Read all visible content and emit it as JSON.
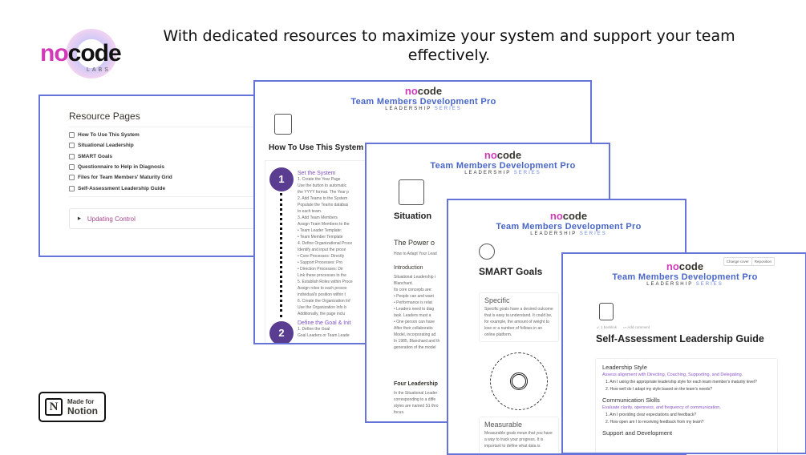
{
  "logo": {
    "text_no": "no",
    "text_code": "code",
    "text_labs": "LABS"
  },
  "headline": "With dedicated resources to maximize your system and support your team effectively.",
  "badge": {
    "line1": "Made for",
    "line2": "Notion",
    "icon": "notion-icon"
  },
  "brand": {
    "logo_no": "no",
    "logo_code": "code",
    "title": "Team Members Development Pro",
    "series_a": "LEADERSHIP",
    "series_b": "SERIES"
  },
  "resource": {
    "title": "Resource Pages",
    "items": [
      {
        "label": "How To Use This System"
      },
      {
        "label": "Situational Leadership"
      },
      {
        "label": "SMART Goals"
      },
      {
        "label": "Questionnaire to Help in Diagnosis"
      },
      {
        "label": "Files for Team Members' Maturity Grid"
      },
      {
        "label": "Self-Assessment Leadership Guide"
      }
    ],
    "toggle": "Updating Control"
  },
  "howto": {
    "title": "How To Use This System",
    "step1": "1",
    "step2": "2",
    "sec1": "Set the System",
    "sec2": "Define the Goal & Init",
    "items": [
      "1. Create the Year Page",
      "Use the button to automatic",
      "the YYYY format. The Year p",
      "2. Add Teams to the System",
      "Populate the Teams databas",
      "to each team.",
      "3. Add Team Members",
      "Assign Team Members to the",
      "• Team Leader Template:",
      "• Team Member Template",
      "4. Define Organizational Proce",
      "Identify and input the proce",
      "• Core Processes: Directly",
      "• Support Processes: Pro",
      "• Direction Processes: Dir",
      "Link these processes to the",
      "5. Establish Roles within Proce",
      "Assign roles to each proces",
      "individual's position within t",
      "6. Create the Organization Inf",
      "Use the Organization Info b",
      "Additionally, the page inclu"
    ],
    "items2": [
      "1. Define the Goal",
      "Goal Leaders or Team Leade"
    ]
  },
  "situational": {
    "title": "Situation",
    "h2": "The Power o",
    "sub": "How to Adapt Your Lead",
    "intro": "Introduction",
    "lines": [
      "Situational Leadership i",
      "Blanchard.",
      "Its core concepts are:",
      "• People can and want",
      "• Performance is relat",
      "• Leaders need to diag",
      "task. Leaders must a",
      "• One person can have",
      "After their collaboratio",
      "Model, incorporating ad",
      "In 1985, Blanchard and th",
      "generation of the model"
    ],
    "h3": "Four Leadership",
    "lines2": [
      "In the Situational Leader",
      "corresponding to a diffe",
      "styles are named S1 thro",
      "focus."
    ]
  },
  "smart": {
    "title": "SMART Goals",
    "specific": {
      "title": "Specific",
      "text": "Specific goals have a desired outcome that is easy to understand. It could be, for example, the amount of weight to lose or a number of follows in an online platform."
    },
    "measurable": {
      "title": "Measurable",
      "text": "Measurable goals mean that you have a way to track your progress. It is important to define what data is"
    }
  },
  "selfassess": {
    "change_cover": "Change cover",
    "reposition": "Reposition",
    "backlink": "1 backlink",
    "add_comment": "Add comment",
    "title": "Self-Assessment Leadership Guide",
    "sections": [
      {
        "title": "Leadership Style",
        "subtitle": "Assess alignment with Directing, Coaching, Supporting, and Delegating.",
        "questions": [
          "1.  Am I using the appropriate leadership style for each team member's maturity level?",
          "2.  How well do I adapt my style based on the team's needs?"
        ]
      },
      {
        "title": "Communication Skills",
        "subtitle": "Evaluate clarity, openness, and frequency of communication.",
        "questions": [
          "1.  Am I providing clear expectations and feedback?",
          "2.  How open am I to receiving feedback from my team?"
        ]
      },
      {
        "title": "Support and Development",
        "subtitle": "",
        "questions": []
      }
    ]
  },
  "colors": {
    "frame": "#6673d9",
    "brand_blue": "#4a66c9",
    "magenta": "#d23ab9",
    "step": "#5a3d91"
  }
}
